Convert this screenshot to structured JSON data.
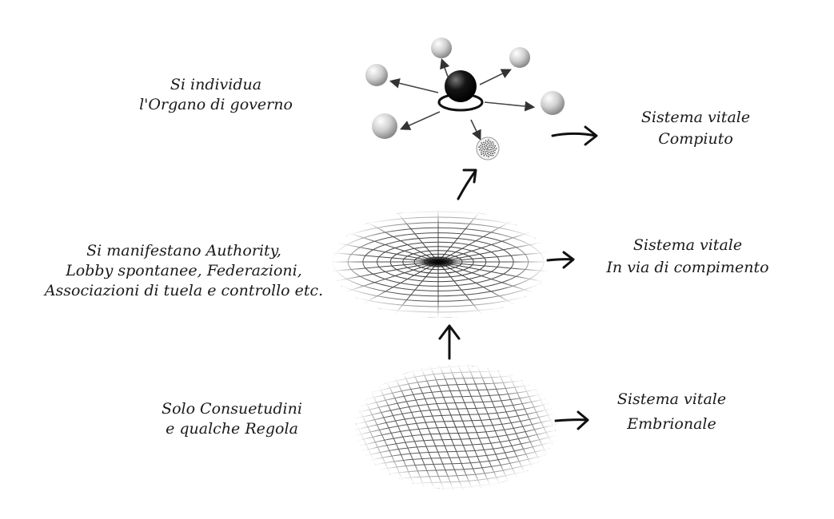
{
  "diagram": {
    "left_labels": {
      "top": [
        "Si individua",
        "l'Organo di governo"
      ],
      "middle": [
        "Si manifestano Authority,",
        "Lobby spontanee, Federazioni,",
        "Associazioni di tuela e controllo etc."
      ],
      "bottom": [
        "Solo Consuetudini",
        "e qualche Regola"
      ]
    },
    "right_labels": {
      "top": [
        "Sistema vitale",
        "Compiuto"
      ],
      "middle": [
        "Sistema vitale",
        "In via di compimento"
      ],
      "bottom": [
        "Sistema vitale",
        "Embrionale"
      ]
    },
    "colors": {
      "text": "#1a1a1a",
      "arrow": "#111111",
      "grid": "#444444",
      "core_sphere": "#111111",
      "satellite_sphere": "#c8c8c8"
    }
  }
}
